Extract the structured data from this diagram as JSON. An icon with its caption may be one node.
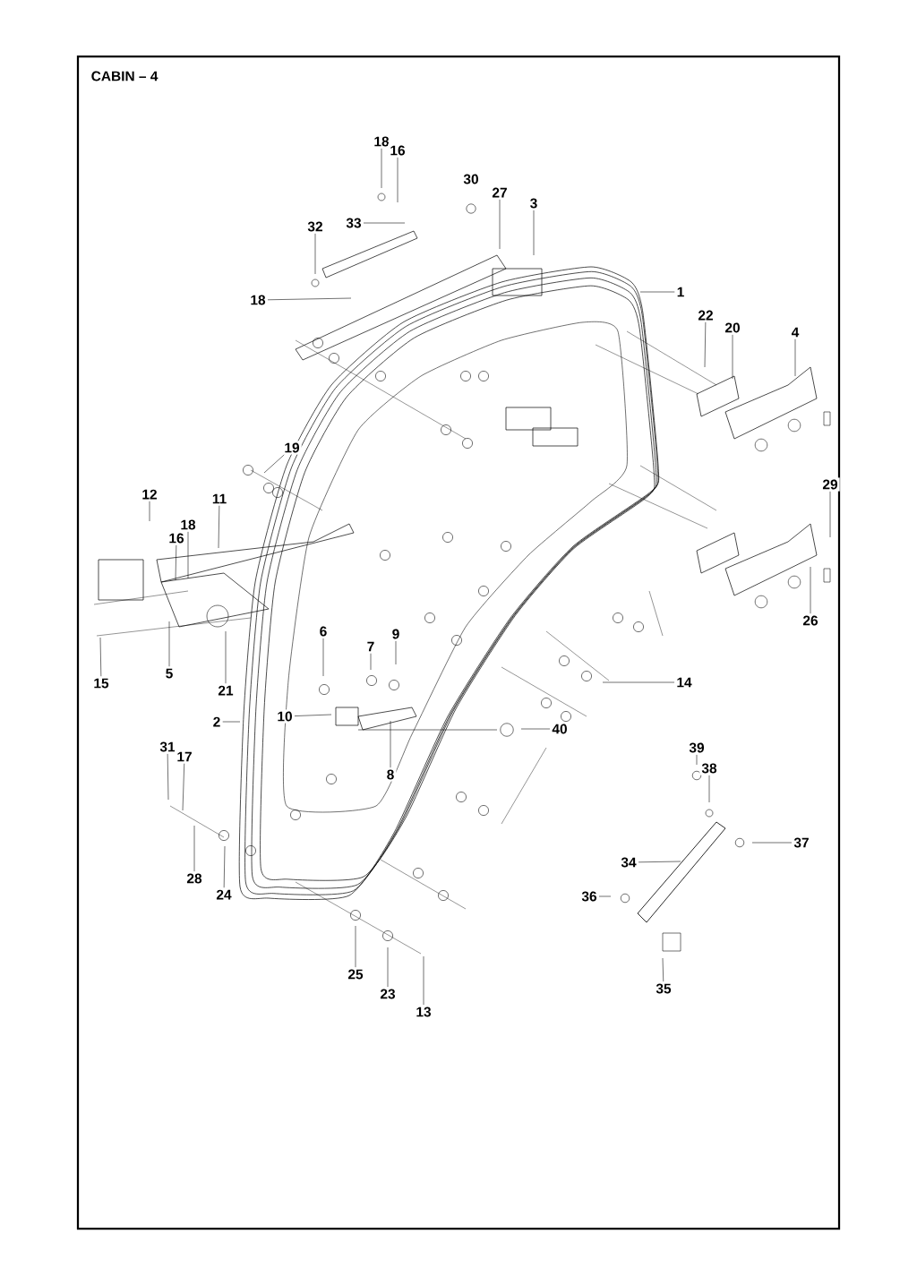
{
  "diagram": {
    "title": "CABIN – 4",
    "nodes": [
      {
        "text": [
          "18"
        ]
      },
      {
        "text": [
          "16"
        ]
      },
      {
        "text": [
          "27"
        ]
      },
      {
        "text": [
          "3"
        ]
      },
      {
        "text": [
          "33"
        ]
      },
      {
        "text": [
          "32"
        ]
      },
      {
        "text": [
          "18"
        ]
      },
      {
        "text": [
          "1"
        ]
      },
      {
        "text": [
          "22"
        ]
      },
      {
        "text": [
          "20"
        ]
      },
      {
        "text": [
          "4"
        ]
      },
      {
        "text": [
          "19"
        ]
      },
      {
        "text": [
          "12"
        ]
      },
      {
        "text": [
          "11"
        ]
      },
      {
        "text": [
          "18"
        ]
      },
      {
        "text": [
          "16"
        ]
      },
      {
        "text": [
          "29"
        ]
      },
      {
        "text": [
          "6"
        ]
      },
      {
        "text": [
          "9"
        ]
      },
      {
        "text": [
          "7"
        ]
      },
      {
        "text": [
          "26"
        ]
      },
      {
        "text": [
          "5"
        ]
      },
      {
        "text": [
          "21"
        ]
      },
      {
        "text": [
          "15"
        ]
      },
      {
        "text": [
          "14"
        ]
      },
      {
        "text": [
          "10"
        ]
      },
      {
        "text": [
          "2"
        ]
      },
      {
        "text": [
          "40"
        ]
      },
      {
        "text": [
          "8"
        ]
      },
      {
        "text": [
          "31"
        ]
      },
      {
        "text": [
          "17"
        ]
      },
      {
        "text": [
          "39"
        ]
      },
      {
        "text": [
          "38"
        ]
      },
      {
        "text": [
          "37"
        ]
      },
      {
        "text": [
          "34"
        ]
      },
      {
        "text": [
          "28"
        ]
      },
      {
        "text": [
          "24"
        ]
      },
      {
        "text": [
          "36"
        ]
      },
      {
        "text": [
          "25"
        ]
      },
      {
        "text": [
          "23"
        ]
      },
      {
        "text": [
          "13"
        ]
      },
      {
        "text": [
          "35"
        ]
      }
    ],
    "edges": [
      {
        "from": 0,
        "to": null,
        "arrow": "none"
      },
      {
        "from": 1,
        "to": null,
        "arrow": "none"
      },
      {
        "from": 2,
        "to": null,
        "arrow": "none"
      },
      {
        "from": 3,
        "to": null,
        "arrow": "none"
      },
      {
        "from": 4,
        "to": null,
        "arrow": "none"
      },
      {
        "from": 5,
        "to": null,
        "arrow": "none"
      },
      {
        "from": 6,
        "to": null,
        "arrow": "none"
      },
      {
        "from": 7,
        "to": null,
        "arrow": "none"
      },
      {
        "from": 8,
        "to": null,
        "arrow": "none"
      },
      {
        "from": 9,
        "to": null,
        "arrow": "none"
      },
      {
        "from": 10,
        "to": null,
        "arrow": "none"
      },
      {
        "from": 11,
        "to": null,
        "arrow": "none"
      },
      {
        "from": 12,
        "to": null,
        "arrow": "none"
      },
      {
        "from": 13,
        "to": null,
        "arrow": "none"
      },
      {
        "from": 14,
        "to": null,
        "arrow": "none"
      },
      {
        "from": 15,
        "to": null,
        "arrow": "none"
      },
      {
        "from": 16,
        "to": null,
        "arrow": "none"
      },
      {
        "from": 17,
        "to": null,
        "arrow": "none"
      },
      {
        "from": 18,
        "to": null,
        "arrow": "none"
      },
      {
        "from": 19,
        "to": null,
        "arrow": "none"
      },
      {
        "from": 20,
        "to": null,
        "arrow": "none"
      },
      {
        "from": 21,
        "to": null,
        "arrow": "none"
      },
      {
        "from": 22,
        "to": null,
        "arrow": "none"
      },
      {
        "from": 23,
        "to": null,
        "arrow": "none"
      },
      {
        "from": 24,
        "to": null,
        "arrow": "none"
      },
      {
        "from": 25,
        "to": null,
        "arrow": "none"
      },
      {
        "from": 26,
        "to": null,
        "arrow": "none"
      },
      {
        "from": 27,
        "to": null,
        "arrow": "none"
      },
      {
        "from": 28,
        "to": null,
        "arrow": "none"
      },
      {
        "from": 29,
        "to": null,
        "arrow": "none"
      },
      {
        "from": 30,
        "to": null,
        "arrow": "none"
      },
      {
        "from": 31,
        "to": null,
        "arrow": "none"
      },
      {
        "from": 32,
        "to": null,
        "arrow": "none"
      },
      {
        "from": 33,
        "to": null,
        "arrow": "none"
      },
      {
        "from": 34,
        "to": null,
        "arrow": "none"
      },
      {
        "from": 35,
        "to": null,
        "arrow": "none"
      },
      {
        "from": 36,
        "to": null,
        "arrow": "none"
      },
      {
        "from": 37,
        "to": null,
        "arrow": "none"
      },
      {
        "from": 38,
        "to": null,
        "arrow": "none"
      },
      {
        "from": 39,
        "to": null,
        "arrow": "none"
      },
      {
        "from": 40,
        "to": null,
        "arrow": "none"
      },
      {
        "from": 41,
        "to": null,
        "arrow": "none"
      }
    ],
    "labels": [
      "30"
    ]
  }
}
